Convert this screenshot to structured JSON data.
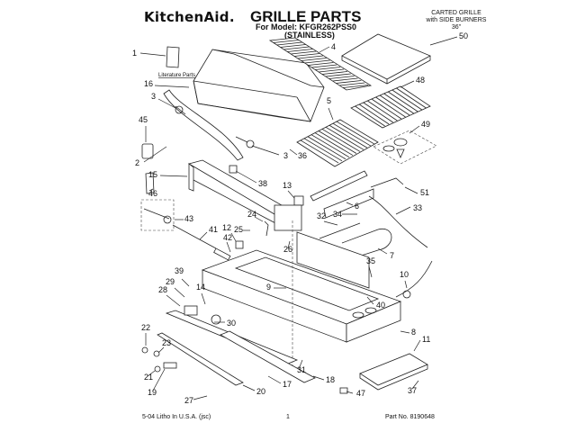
{
  "header": {
    "brand": "KitchenAid.",
    "title": "GRILLE PARTS",
    "model_line": "For Model: KFGR262PSS0",
    "variant": "(STAINLESS)",
    "category_lines": [
      "CARTED GRILLE",
      "with SIDE BURNERS",
      "36\""
    ]
  },
  "literature_label": "Literature Parts",
  "callouts": [
    {
      "id": "c1",
      "text": "1"
    },
    {
      "id": "c16",
      "text": "16"
    },
    {
      "id": "c3a",
      "text": "3"
    },
    {
      "id": "c45",
      "text": "45"
    },
    {
      "id": "c2",
      "text": "2"
    },
    {
      "id": "c15",
      "text": "15"
    },
    {
      "id": "c46",
      "text": "46"
    },
    {
      "id": "c38",
      "text": "38"
    },
    {
      "id": "c3b",
      "text": "3"
    },
    {
      "id": "c36",
      "text": "36"
    },
    {
      "id": "c4",
      "text": "4"
    },
    {
      "id": "c50",
      "text": "50"
    },
    {
      "id": "c48",
      "text": "48"
    },
    {
      "id": "c5",
      "text": "5"
    },
    {
      "id": "c49",
      "text": "49"
    },
    {
      "id": "c13",
      "text": "13"
    },
    {
      "id": "c43",
      "text": "43"
    },
    {
      "id": "c41",
      "text": "41"
    },
    {
      "id": "c12",
      "text": "12"
    },
    {
      "id": "c42",
      "text": "42"
    },
    {
      "id": "c24",
      "text": "24"
    },
    {
      "id": "c25",
      "text": "25"
    },
    {
      "id": "c26",
      "text": "26"
    },
    {
      "id": "c6",
      "text": "6"
    },
    {
      "id": "c34",
      "text": "34"
    },
    {
      "id": "c32",
      "text": "32"
    },
    {
      "id": "c51",
      "text": "51"
    },
    {
      "id": "c33",
      "text": "33"
    },
    {
      "id": "c7",
      "text": "7"
    },
    {
      "id": "c35",
      "text": "35"
    },
    {
      "id": "c10",
      "text": "10"
    },
    {
      "id": "c40",
      "text": "40"
    },
    {
      "id": "c9",
      "text": "9"
    },
    {
      "id": "c39",
      "text": "39"
    },
    {
      "id": "c29",
      "text": "29"
    },
    {
      "id": "c28",
      "text": "28"
    },
    {
      "id": "c14",
      "text": "14"
    },
    {
      "id": "c30",
      "text": "30"
    },
    {
      "id": "c22",
      "text": "22"
    },
    {
      "id": "c23",
      "text": "23"
    },
    {
      "id": "c21",
      "text": "21"
    },
    {
      "id": "c19",
      "text": "19"
    },
    {
      "id": "c27",
      "text": "27"
    },
    {
      "id": "c20",
      "text": "20"
    },
    {
      "id": "c17",
      "text": "17"
    },
    {
      "id": "c31",
      "text": "31"
    },
    {
      "id": "c18",
      "text": "18"
    },
    {
      "id": "c8",
      "text": "8"
    },
    {
      "id": "c11",
      "text": "11"
    },
    {
      "id": "c37",
      "text": "37"
    },
    {
      "id": "c47",
      "text": "47"
    }
  ],
  "footer": {
    "print_info": "5-04 Litho In U.S.A. (jsc)",
    "page": "1",
    "part_no": "Part No. 8190648"
  }
}
